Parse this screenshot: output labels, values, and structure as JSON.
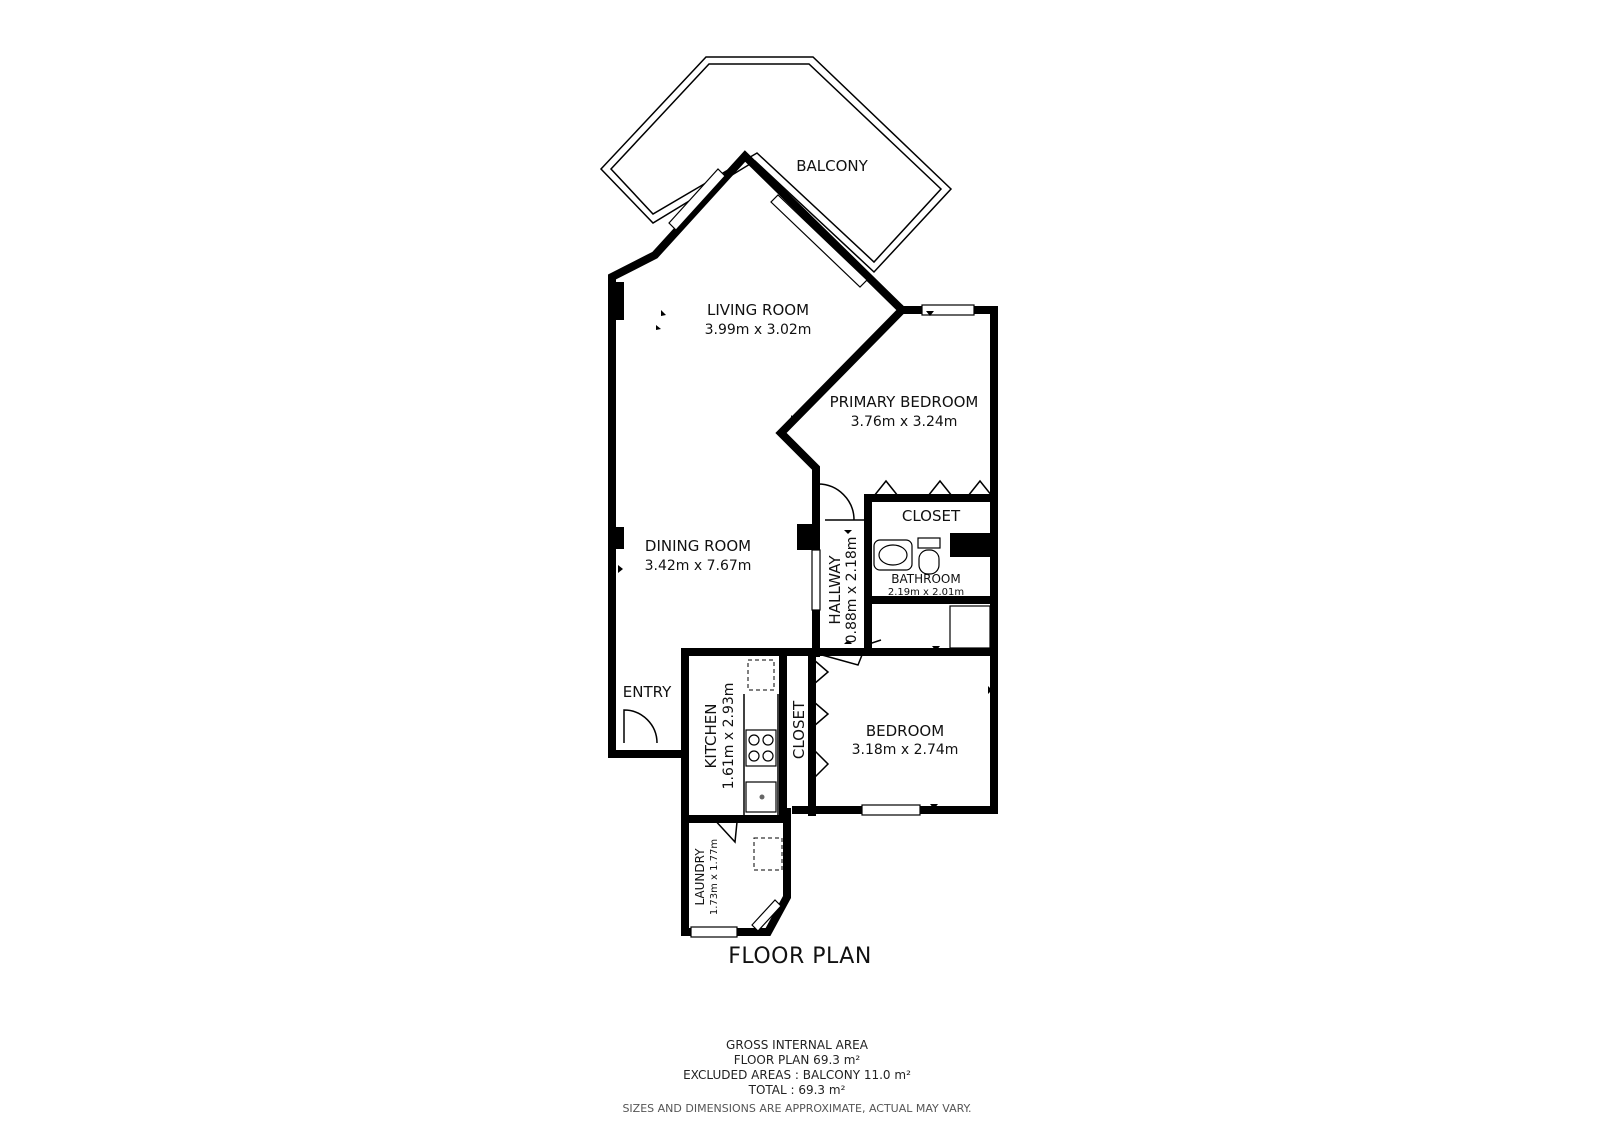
{
  "plan_title": "FLOOR PLAN",
  "rooms": {
    "balcony": {
      "name": "BALCONY"
    },
    "living_room": {
      "name": "LIVING ROOM",
      "dims": "3.99m x 3.02m"
    },
    "primary_bedroom": {
      "name": "PRIMARY BEDROOM",
      "dims": "3.76m x 3.24m"
    },
    "closet_primary": {
      "name": "CLOSET"
    },
    "dining_room": {
      "name": "DINING ROOM",
      "dims": "3.42m x 7.67m"
    },
    "hallway": {
      "name": "HALLWAY",
      "dims": "0.88m x 2.18m"
    },
    "bathroom": {
      "name": "BATHROOM",
      "dims": "2.19m x 2.01m"
    },
    "entry": {
      "name": "ENTRY"
    },
    "kitchen": {
      "name": "KITCHEN",
      "dims": "1.61m x 2.93m"
    },
    "closet_bedroom": {
      "name": "CLOSET"
    },
    "bedroom": {
      "name": "BEDROOM",
      "dims": "3.18m x 2.74m"
    },
    "laundry": {
      "name": "LAUNDRY",
      "dims": "1.73m x 1.77m"
    }
  },
  "area_summary": {
    "heading": "GROSS INTERNAL AREA",
    "floor_plan": "FLOOR PLAN 69.3 m²",
    "excluded": "EXCLUDED AREAS :  BALCONY 11.0 m²",
    "total": "TOTAL :  69.3 m²",
    "disclaimer": "SIZES AND DIMENSIONS ARE APPROXIMATE, ACTUAL MAY VARY."
  }
}
